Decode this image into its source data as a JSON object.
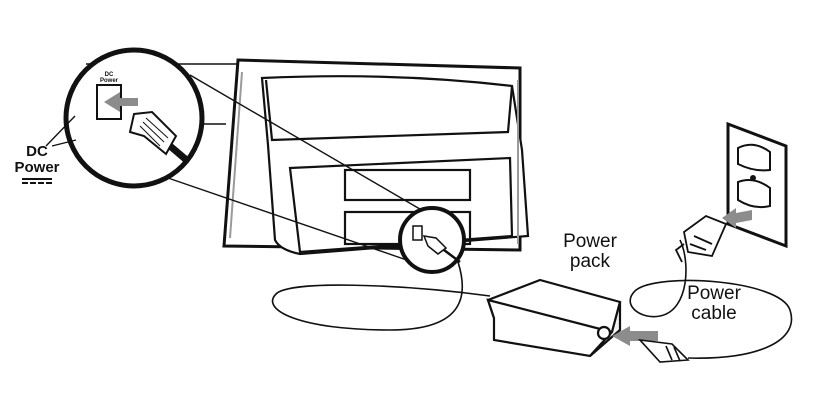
{
  "labels": {
    "dc_power": "DC Power",
    "dc_port_small": "DC Power",
    "power_pack": "Power pack",
    "power_cable": "Power cable"
  },
  "colors": {
    "line": "#111111",
    "shade": "#9a9a9a",
    "fill": "#ffffff",
    "arrow": "#8c8c8c"
  }
}
